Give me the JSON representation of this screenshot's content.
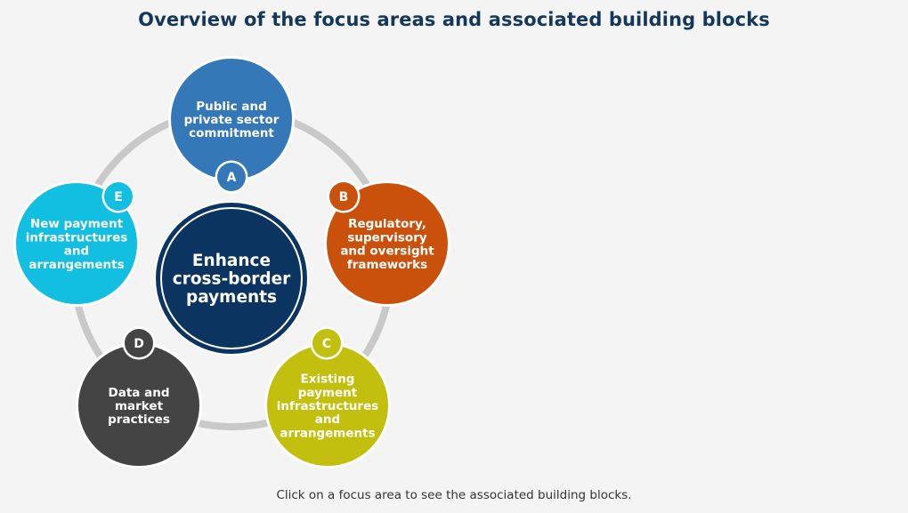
{
  "title": "Overview of the focus areas and associated building blocks",
  "hint": "Click on a focus area to see the associated building blocks.",
  "center": {
    "lines": [
      "Enhance",
      "cross-border",
      "payments"
    ],
    "color": "#0b3560"
  },
  "ring_color": "#c9c9c9",
  "focus_areas": [
    {
      "id": "a",
      "letter": "A",
      "lines": [
        "Public and",
        "private sector",
        "commitment"
      ],
      "color": "#3578b8"
    },
    {
      "id": "b",
      "letter": "B",
      "lines": [
        "Regulatory,",
        "supervisory",
        "and oversight",
        "frameworks"
      ],
      "color": "#c9510c"
    },
    {
      "id": "c",
      "letter": "C",
      "lines": [
        "Existing",
        "payment",
        "infrastructures",
        "and",
        "arrangements"
      ],
      "color": "#c3bf0e"
    },
    {
      "id": "d",
      "letter": "D",
      "lines": [
        "Data and",
        "market",
        "practices"
      ],
      "color": "#444444"
    },
    {
      "id": "e",
      "letter": "E",
      "lines": [
        "New payment",
        "infrastructures",
        "and",
        "arrangements"
      ],
      "color": "#12bfe1"
    }
  ]
}
